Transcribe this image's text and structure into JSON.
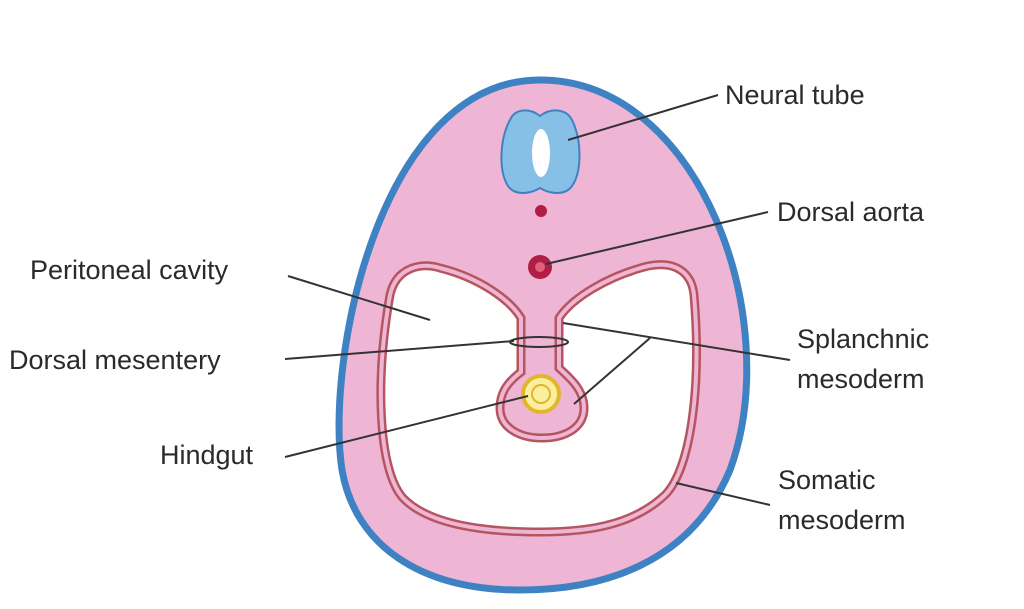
{
  "labels": {
    "neural_tube": "Neural tube",
    "dorsal_aorta": "Dorsal aorta",
    "peritoneal_cavity": "Peritoneal cavity",
    "dorsal_mesentery": "Dorsal mesentery",
    "splanchnic_line1": "Splanchnic",
    "splanchnic_line2": "mesoderm",
    "hindgut": "Hindgut",
    "somatic_line1": "Somatic",
    "somatic_line2": "mesoderm"
  },
  "colors": {
    "body_fill": "#efb5d5",
    "ectoderm": "#3f82c4",
    "neural_tube": "#86c0e6",
    "aorta": "#b01e45",
    "mesoderm_outline": "#b5555f",
    "cavity": "#ffffff",
    "hindgut_ring": "#e2b62a",
    "hindgut_fill": "#fbef9e",
    "leader": "#333333"
  }
}
